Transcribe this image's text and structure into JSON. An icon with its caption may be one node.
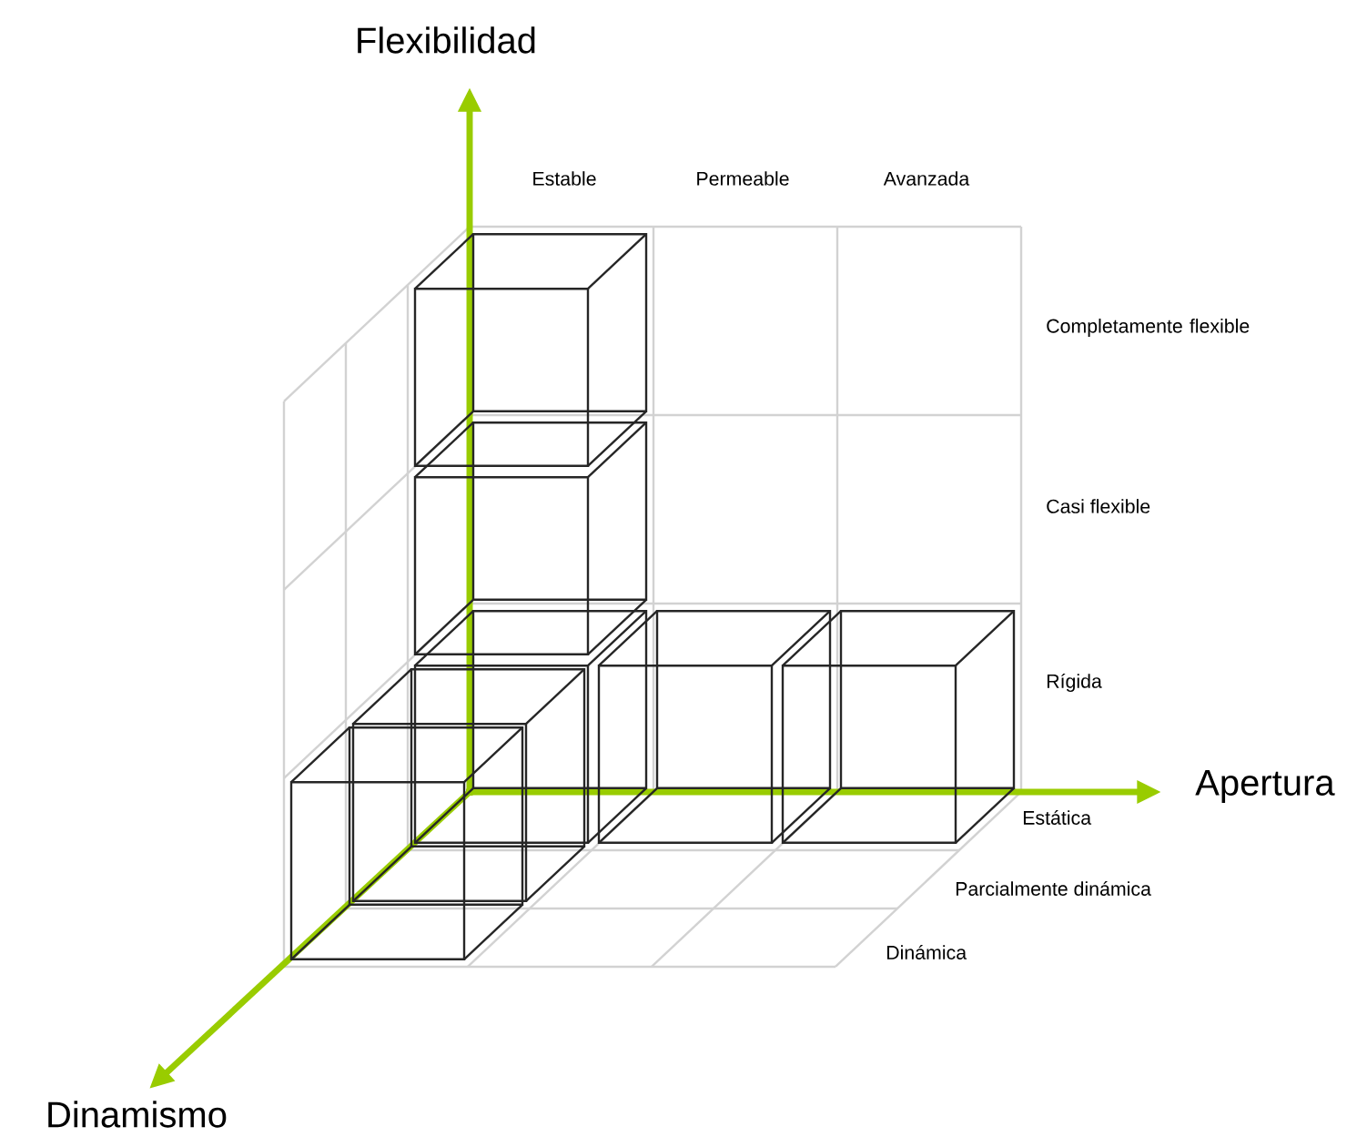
{
  "diagram": {
    "labels": [
      "Flexibilidad",
      "Estable",
      "Permeable",
      "Avanzada",
      "Completamente flexible",
      "Casi flexible",
      "Rígida",
      "Apertura",
      "Estática",
      "Parcialmente dinámica",
      "Dinámica",
      "Dinamismo"
    ]
  }
}
